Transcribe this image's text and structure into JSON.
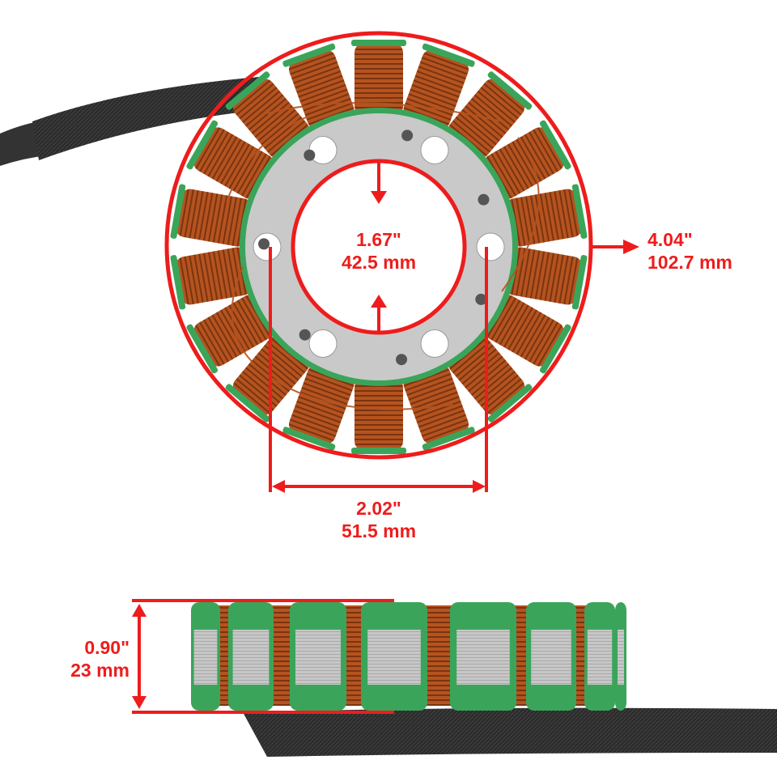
{
  "product": {
    "name": "stator",
    "views": [
      "top-view",
      "side-view"
    ]
  },
  "colors": {
    "dimension_red": "#ee1c1c",
    "copper": "#b5531f",
    "copper_dark": "#7a3410",
    "insulation_green": "#3aa55a",
    "lamination_gray": "#c9c9c9",
    "cable_black": "#2b2b2b"
  },
  "dimensions": {
    "inner_diameter": {
      "inch": "1.67\"",
      "mm": "42.5 mm"
    },
    "outer_diameter": {
      "inch": "4.04\"",
      "mm": "102.7 mm"
    },
    "bolt_spacing": {
      "inch": "2.02\"",
      "mm": "51.5 mm"
    },
    "height": {
      "inch": "0.90\"",
      "mm": "23 mm"
    }
  },
  "stator_top": {
    "pole_count": 18,
    "bolt_holes_large": 6,
    "small_holes": 7
  }
}
